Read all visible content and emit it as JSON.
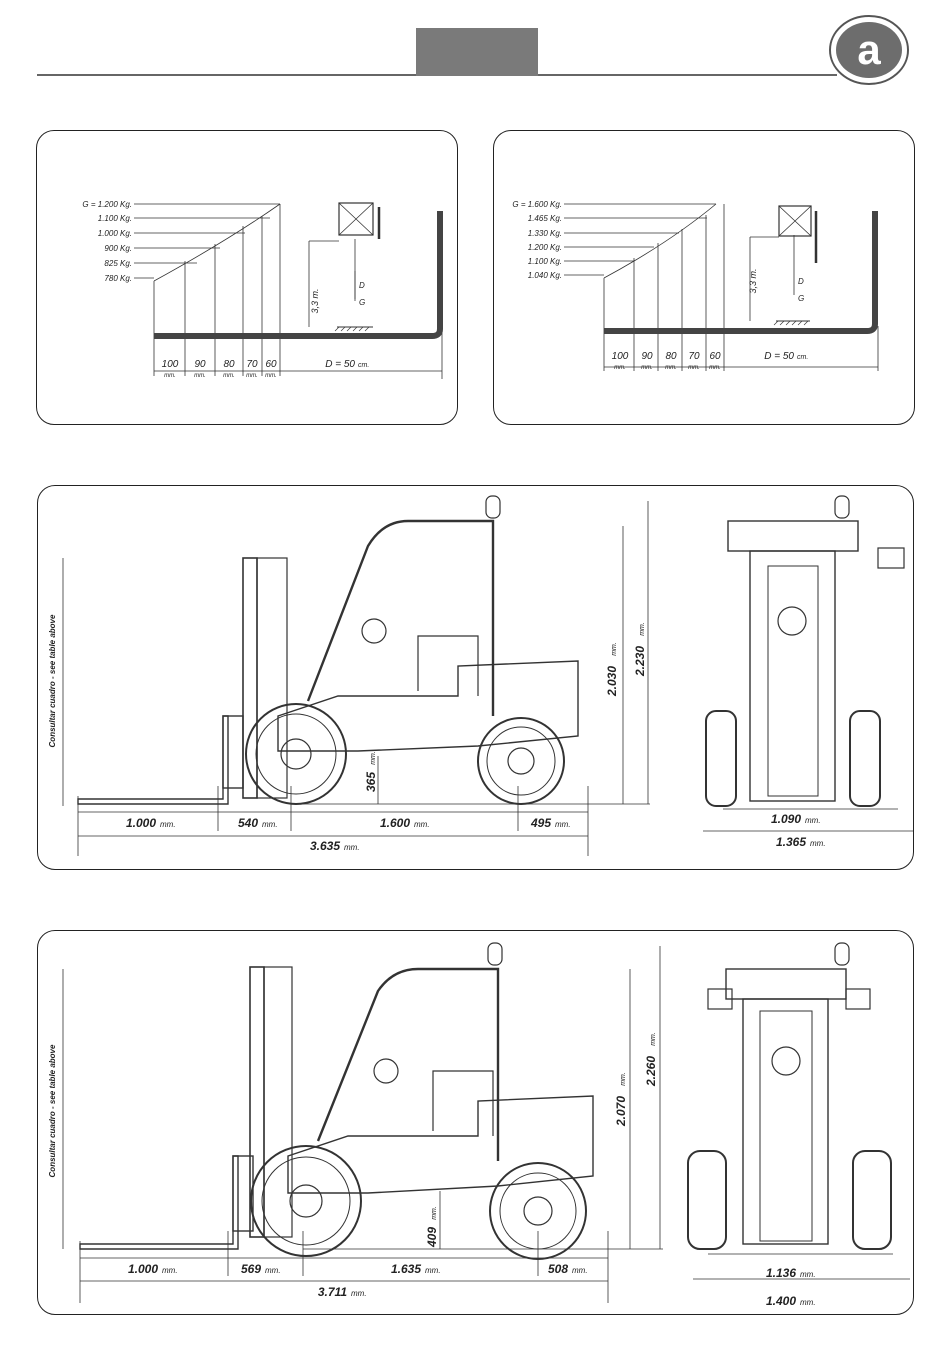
{
  "header": {
    "logo_letter": "a"
  },
  "load_charts": [
    {
      "loads": [
        "G = 1.200 Kg.",
        "1.100 Kg.",
        "1.000 Kg.",
        "900 Kg.",
        "825 Kg.",
        "780 Kg."
      ],
      "distances": [
        "100",
        "90",
        "80",
        "70",
        "60"
      ],
      "unit": "mm.",
      "d_label": "D = 50",
      "d_unit": "cm.",
      "height_label": "3,3 m.",
      "d_symbol": "D",
      "g_symbol": "G"
    },
    {
      "loads": [
        "G = 1.600 Kg.",
        "1.465 Kg.",
        "1.330 Kg.",
        "1.200 Kg.",
        "1.100 Kg.",
        "1.040 Kg."
      ],
      "distances": [
        "100",
        "90",
        "80",
        "70",
        "60"
      ],
      "unit": "mm.",
      "d_label": "D = 50",
      "d_unit": "cm.",
      "height_label": "3,3 m.",
      "d_symbol": "D",
      "g_symbol": "G"
    }
  ],
  "drawings": [
    {
      "side_note": "Consultar cuadro - see table above",
      "dims": [
        {
          "value": "1.000",
          "unit": "mm."
        },
        {
          "value": "540",
          "unit": "mm."
        },
        {
          "value": "1.600",
          "unit": "mm."
        },
        {
          "value": "495",
          "unit": "mm."
        }
      ],
      "overall": {
        "value": "3.635",
        "unit": "mm."
      },
      "clearance": {
        "value": "365",
        "unit": "mm."
      },
      "height_cab": {
        "value": "2.030",
        "unit": "mm."
      },
      "height_total": {
        "value": "2.230",
        "unit": "mm."
      },
      "track": {
        "value": "1.090",
        "unit": "mm."
      },
      "width": {
        "value": "1.365",
        "unit": "mm."
      }
    },
    {
      "side_note": "Consultar cuadro - see table above",
      "dims": [
        {
          "value": "1.000",
          "unit": "mm."
        },
        {
          "value": "569",
          "unit": "mm."
        },
        {
          "value": "1.635",
          "unit": "mm."
        },
        {
          "value": "508",
          "unit": "mm."
        }
      ],
      "overall": {
        "value": "3.711",
        "unit": "mm."
      },
      "clearance": {
        "value": "409",
        "unit": "mm."
      },
      "height_cab": {
        "value": "2.070",
        "unit": "mm."
      },
      "height_total": {
        "value": "2.260",
        "unit": "mm."
      },
      "track": {
        "value": "1.136",
        "unit": "mm."
      },
      "width": {
        "value": "1.400",
        "unit": "mm."
      }
    }
  ]
}
